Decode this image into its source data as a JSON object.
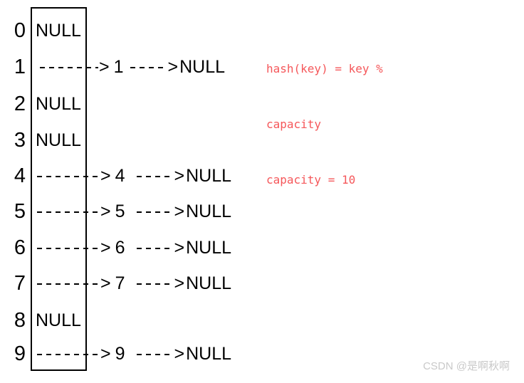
{
  "diagram": {
    "title": "hash-table-separate-chaining",
    "capacity": 10,
    "box": {
      "border_color": "#000000"
    },
    "rows": [
      {
        "index": "0",
        "type": "null",
        "null_label": "NULL",
        "key": "",
        "tail": ""
      },
      {
        "index": "1",
        "type": "chain",
        "null_label": "",
        "key": "1",
        "tail": "NULL"
      },
      {
        "index": "2",
        "type": "null",
        "null_label": "NULL",
        "key": "",
        "tail": ""
      },
      {
        "index": "3",
        "type": "null",
        "null_label": "NULL",
        "key": "",
        "tail": ""
      },
      {
        "index": "4",
        "type": "chain",
        "null_label": "",
        "key": "4",
        "tail": "NULL"
      },
      {
        "index": "5",
        "type": "chain",
        "null_label": "",
        "key": "5",
        "tail": "NULL"
      },
      {
        "index": "6",
        "type": "chain",
        "null_label": "",
        "key": "6",
        "tail": "NULL"
      },
      {
        "index": "7",
        "type": "chain",
        "null_label": "",
        "key": "7",
        "tail": "NULL"
      },
      {
        "index": "8",
        "type": "null",
        "null_label": "NULL",
        "key": "",
        "tail": ""
      },
      {
        "index": "9",
        "type": "chain",
        "null_label": "",
        "key": "9",
        "tail": "NULL"
      }
    ],
    "arrow_head": ">"
  },
  "formula": {
    "color": "#f5575a",
    "line1": "hash(key) = key %",
    "line2": "capacity",
    "line3": "capacity = 10"
  },
  "watermark": {
    "text": "CSDN @是啊秋啊",
    "color": "#c9c9c9"
  }
}
